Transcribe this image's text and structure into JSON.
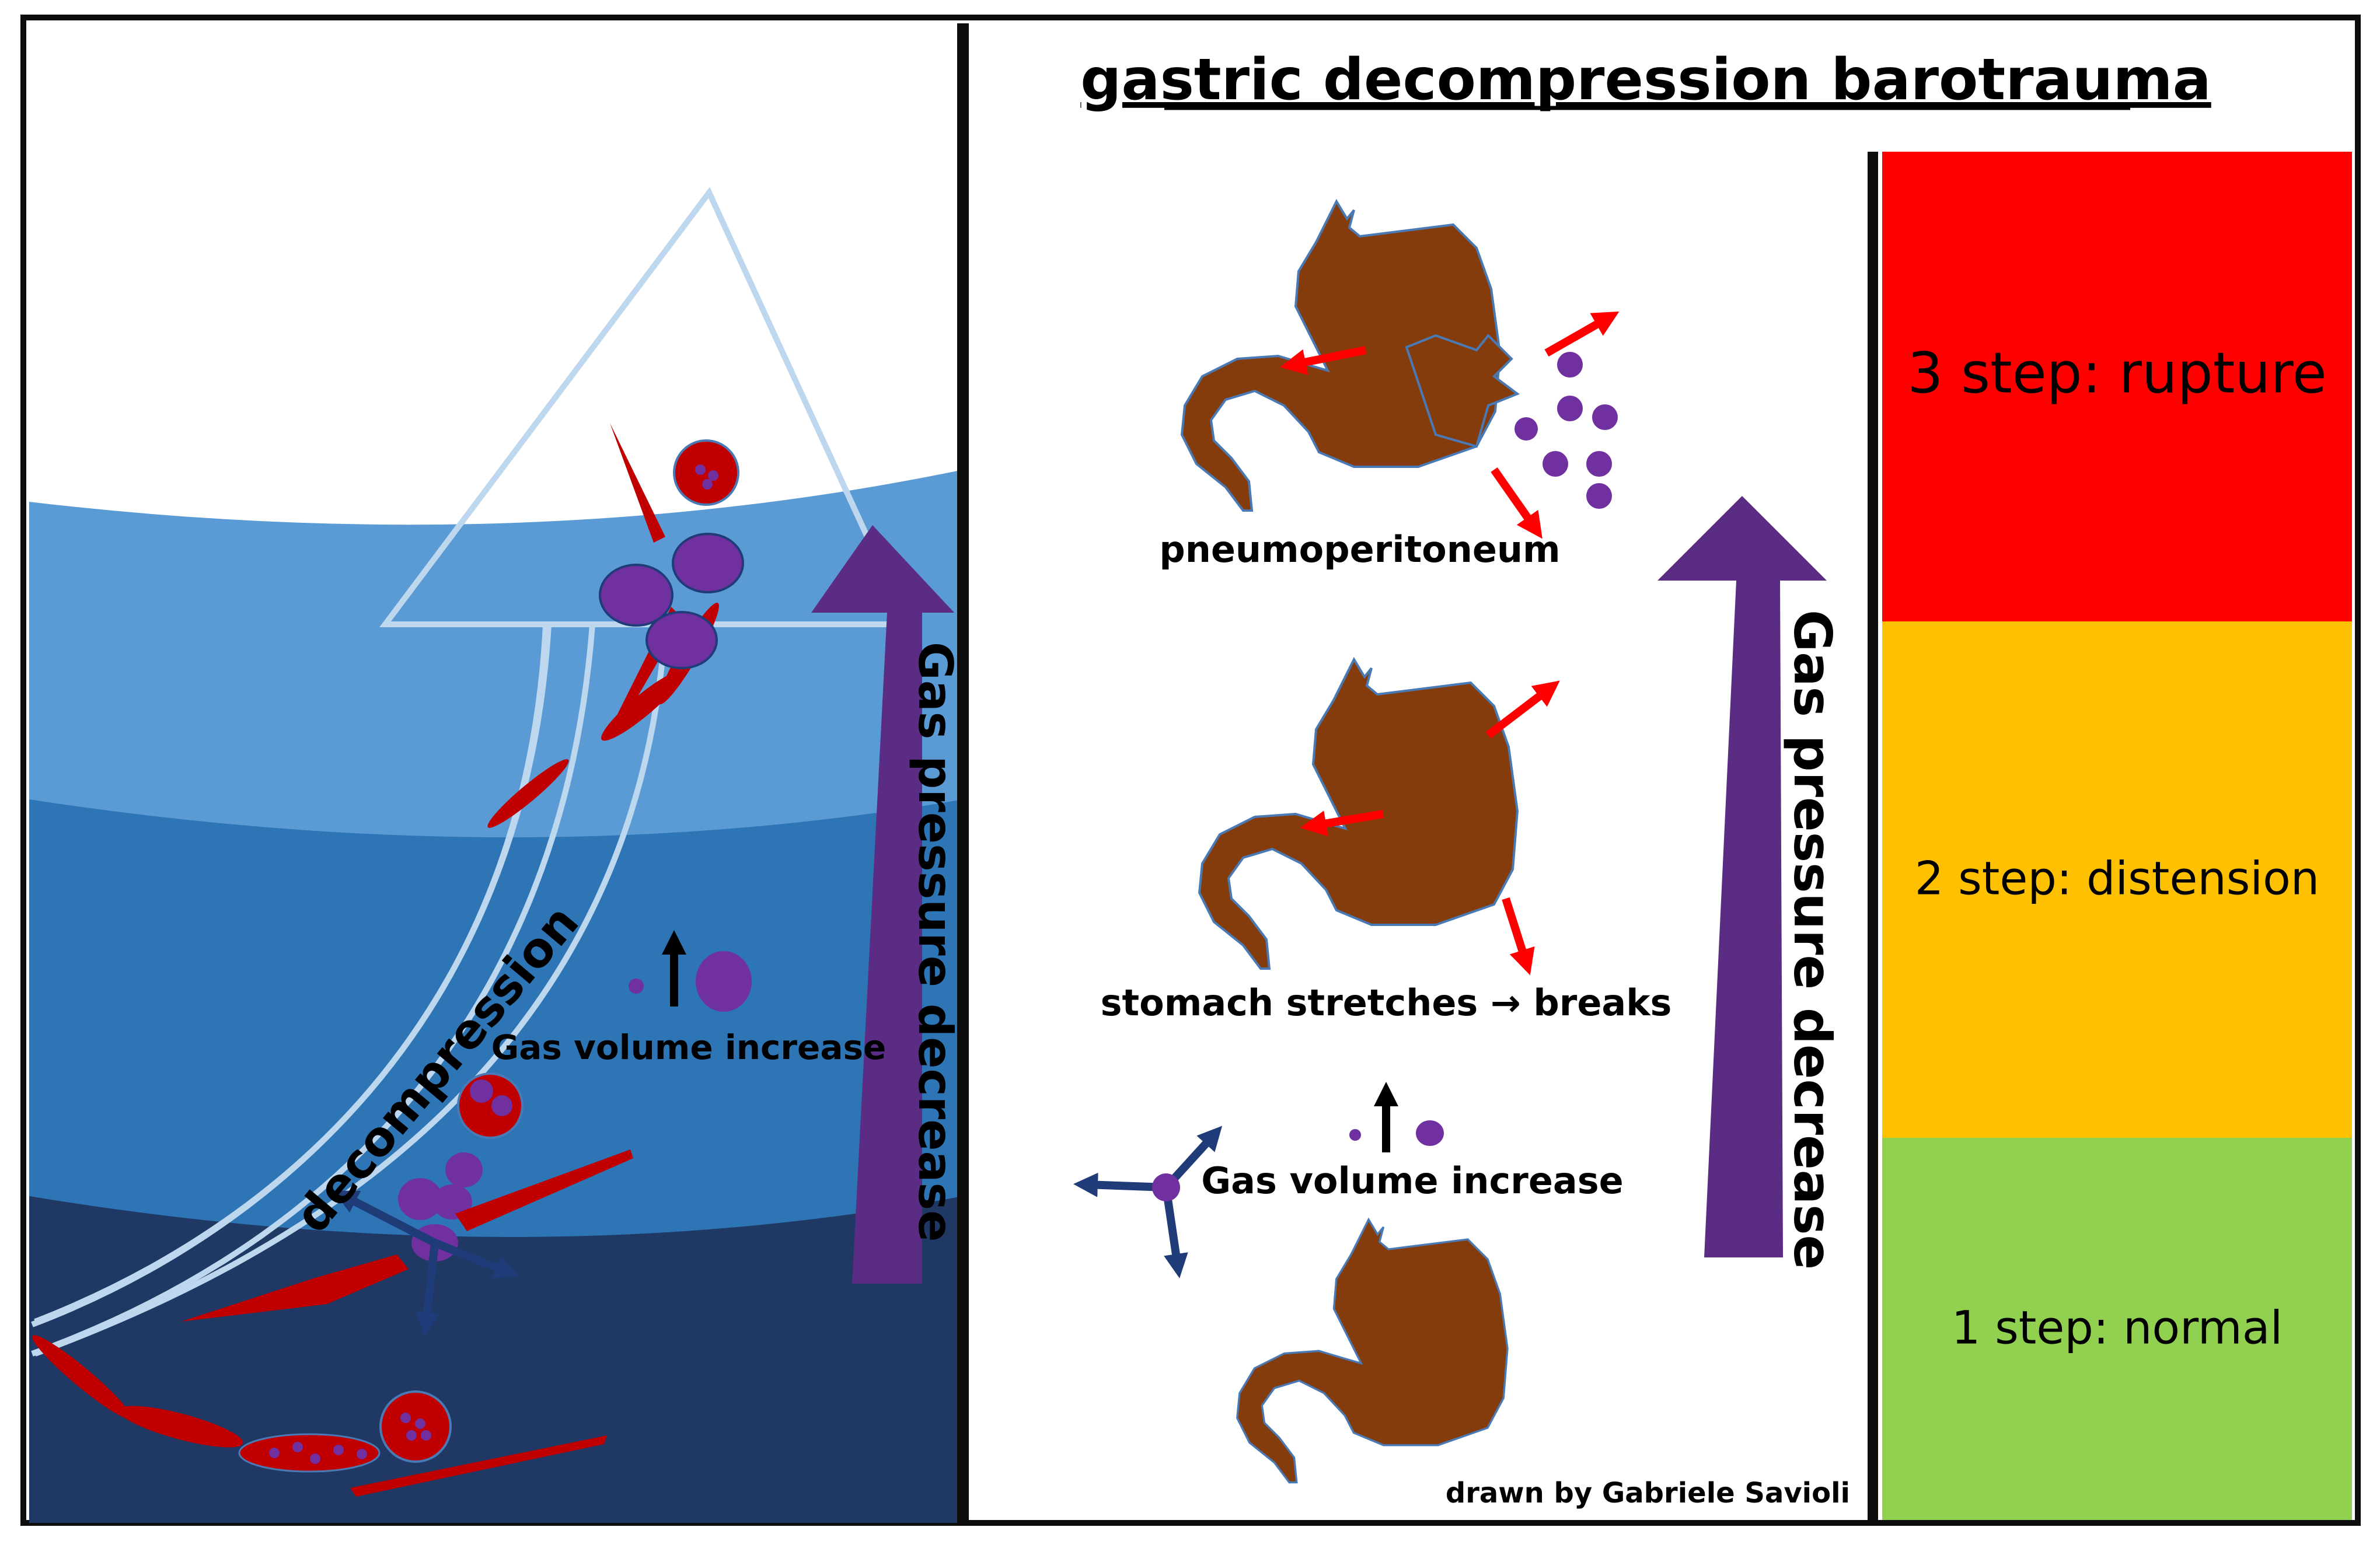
{
  "title": "gastric decompression barotrauma",
  "left_panel": {
    "arrow_label": "decompression",
    "gas_volume_label": "Gas volume increase",
    "pressure_label": "Gas pressure decrease"
  },
  "middle_panel": {
    "stage_labels": {
      "top": "pneumoperitoneum",
      "middle": "stomach stretches → breaks"
    },
    "gas_volume_label": "Gas volume increase",
    "pressure_label": "Gas pressure decrease",
    "credit": "drawn by Gabriele Savioli"
  },
  "steps": [
    {
      "label": "3 step: rupture",
      "color": "#ff0000"
    },
    {
      "label": "2 step: distension",
      "color": "#ffc000"
    },
    {
      "label": "1 step: normal",
      "color": "#92d050"
    }
  ],
  "colors": {
    "sea_light": "#5b9bd5",
    "sea_mid": "#2e75b6",
    "sea_deep": "#1f3864",
    "stomach": "#843c0c",
    "gas_bubble": "#7030a0",
    "diver": "#c00000",
    "pressure_arrow": "#5b2c83",
    "force_arrow": "#ff0000",
    "dark_arrow": "#1f3c78"
  },
  "icons": [
    "decompression-arrow-icon",
    "diver-icon",
    "gas-bubble-icon",
    "stomach-icon",
    "force-arrow-icon"
  ]
}
